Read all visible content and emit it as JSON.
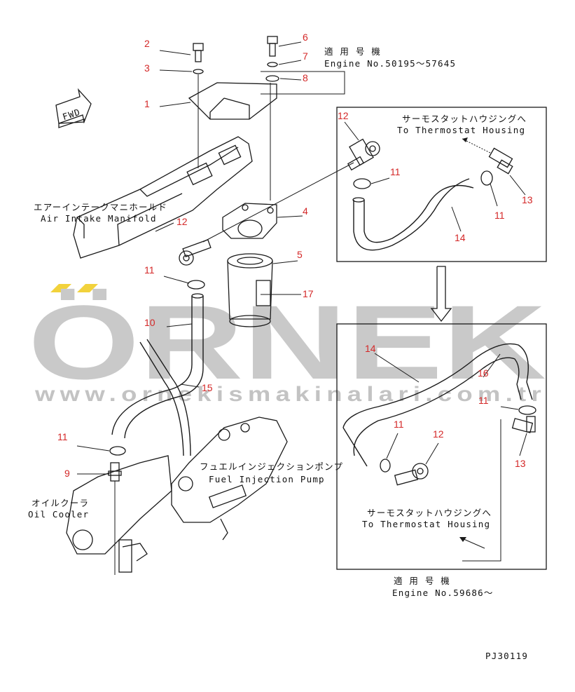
{
  "watermark": {
    "brand": "ÖRNEK",
    "url": "www.ornekismakinalari.com.tr",
    "accent_color": "#f2d23c"
  },
  "fwd_label": "FWD",
  "notes": {
    "engine_range_1_jp": "適 用 号 機",
    "engine_range_1_en": "Engine No.50195～57645",
    "engine_range_2_jp": "適 用 号 機",
    "engine_range_2_en": "Engine No.59686～"
  },
  "labels": {
    "air_intake_jp": "エアーインテークマニホールド",
    "air_intake_en": "Air Intake Manifold",
    "thermostat_top_jp": "サーモスタットハウジングへ",
    "thermostat_top_en": "To Thermostat Housing",
    "thermostat_bottom_jp": "サーモスタットハウジングへ",
    "thermostat_bottom_en": "To Thermostat Housing",
    "fuel_pump_jp": "フュエルインジェクションポンプ",
    "fuel_pump_en": "Fuel Injection Pump",
    "oil_cooler_jp": "オイルクーラ",
    "oil_cooler_en": "Oil Cooler"
  },
  "part_numbers": {
    "p1": "1",
    "p2": "2",
    "p3": "3",
    "p4": "4",
    "p5": "5",
    "p6": "6",
    "p7": "7",
    "p8": "8",
    "p9": "9",
    "p10": "10",
    "p11a": "11",
    "p11b": "11",
    "p11c": "11",
    "p11d": "11",
    "p11e": "11",
    "p11f": "11",
    "p12a": "12",
    "p12b": "12",
    "p12c": "12",
    "p13a": "13",
    "p13b": "13",
    "p14a": "14",
    "p14b": "14",
    "p15": "15",
    "p16": "16",
    "p17": "17"
  },
  "drawing_code": "PJ30119",
  "colors": {
    "callout": "#d42828",
    "line": "#1a1a1a"
  }
}
